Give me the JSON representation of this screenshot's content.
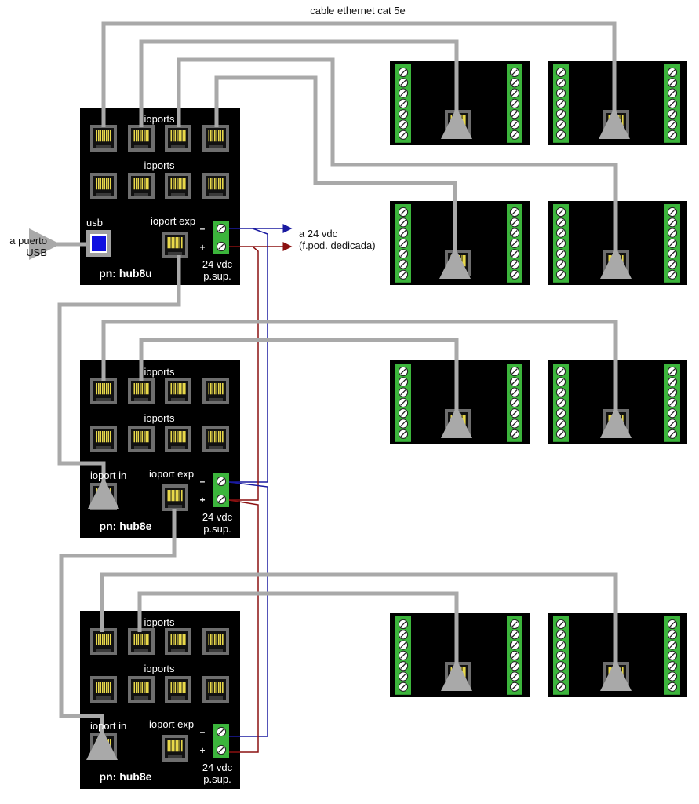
{
  "cable_label": "cable ethernet cat 5e",
  "usb_host_label": [
    "a puerto",
    "USB"
  ],
  "power_label": [
    "a 24 vdc",
    "(f.pod. dedicada)"
  ],
  "hubs": [
    {
      "pn": "pn: hub8u",
      "ioports_top": "ioports",
      "ioports_bottom": "ioports",
      "left_label": "usb",
      "exp_label": "ioport exp",
      "psu": [
        "24 vdc",
        "p.sup."
      ],
      "minus": "–",
      "plus": "+"
    },
    {
      "pn": "pn: hub8e",
      "ioports_top": "ioports",
      "ioports_bottom": "ioports",
      "left_label": "ioport in",
      "exp_label": "ioport exp",
      "psu": [
        "24 vdc",
        "p.sup."
      ],
      "minus": "–",
      "plus": "+"
    },
    {
      "pn": "pn: hub8e",
      "ioports_top": "ioports",
      "ioports_bottom": "ioports",
      "left_label": "ioport in",
      "exp_label": "ioport exp",
      "psu": [
        "24 vdc",
        "p.sup."
      ],
      "minus": "–",
      "plus": "+"
    }
  ],
  "io_modules_count": 8,
  "colors": {
    "panel": "#000000",
    "cable": "#a9a9a9",
    "terminal_green": "#3cb53c",
    "rj45_body": "#6e6e6e",
    "rj45_pins": "#e8d84a",
    "usb_blue": "#1010e0",
    "wire_negative": "#1a1aa0",
    "wire_positive": "#8b1010"
  }
}
